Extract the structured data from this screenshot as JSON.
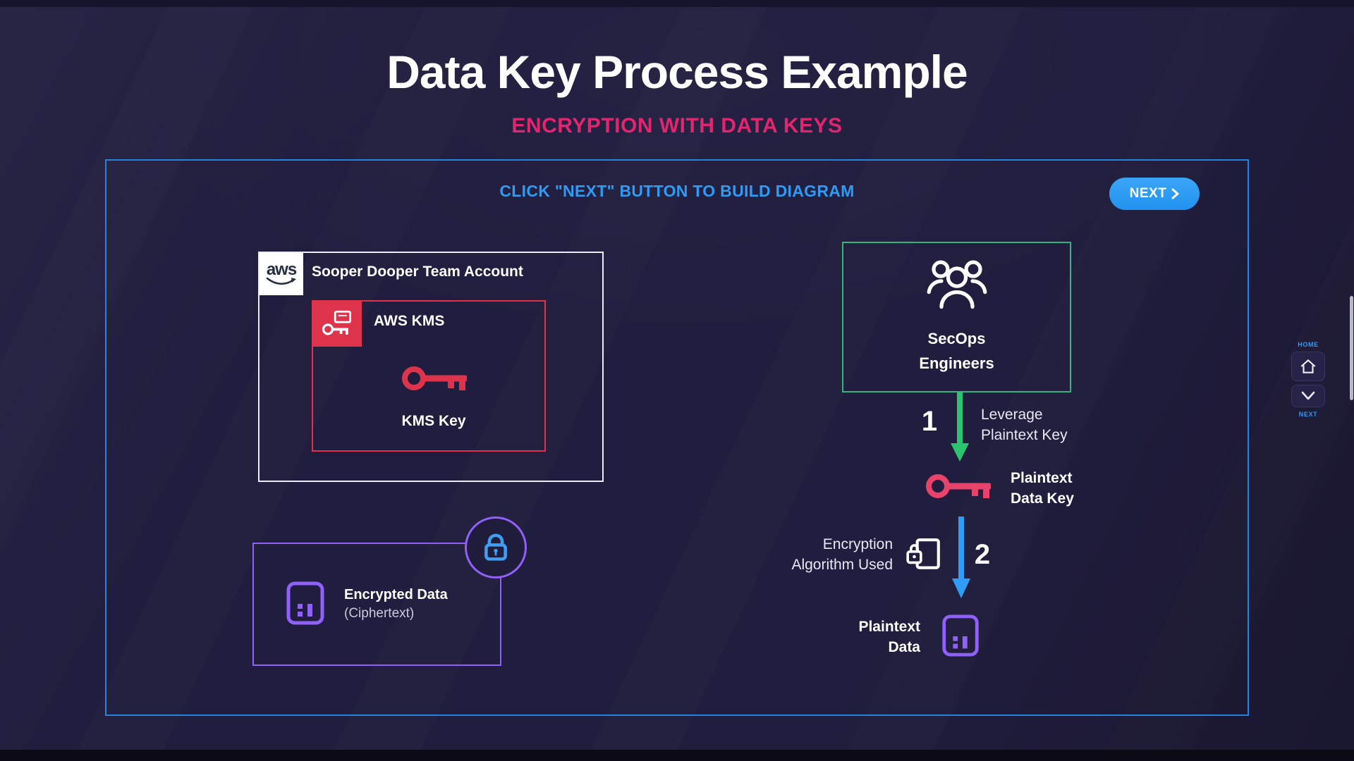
{
  "colors": {
    "background": "#211d3e",
    "accent_blue": "#2e9bf4",
    "accent_pink": "#e1256f",
    "accent_red": "#dd344c",
    "accent_pink_red": "#e8436a",
    "accent_purple": "#9061f9",
    "accent_green": "#2eb67d",
    "white": "#ffffff"
  },
  "header": {
    "title": "Data Key Process Example",
    "subtitle": "ENCRYPTION WITH DATA KEYS"
  },
  "diagram": {
    "instruction": "CLICK \"NEXT\" BUTTON TO BUILD DIAGRAM",
    "next_button": {
      "label": "NEXT"
    }
  },
  "account": {
    "logo_text": "aws",
    "title": "Sooper Dooper Team Account",
    "kms_label": "AWS KMS",
    "kms_key_label": "KMS Key"
  },
  "encrypted_data": {
    "line1": "Encrypted Data",
    "line2": "(Ciphertext)"
  },
  "secops": {
    "line1": "SecOps",
    "line2": "Engineers"
  },
  "flow": {
    "step1_number": "1",
    "step1_line1": "Leverage",
    "step1_line2": "Plaintext Key",
    "plaintext_key_line1": "Plaintext",
    "plaintext_key_line2": "Data Key",
    "step2_number": "2",
    "step2_line1": "Encryption",
    "step2_line2": "Algorithm Used",
    "plaintext_data_line1": "Plaintext",
    "plaintext_data_line2": "Data"
  },
  "side_nav": {
    "home_label": "HOME",
    "next_label": "NEXT"
  },
  "icons": {
    "next_chevron": "chevron-right",
    "aws_smile": "aws-smile-arrow",
    "kms_badge": "key-and-card",
    "key": "key",
    "document": "data-file",
    "lock": "padlock",
    "people": "user-group",
    "algorithm": "lock-on-document",
    "home": "house",
    "down": "chevron-down"
  }
}
